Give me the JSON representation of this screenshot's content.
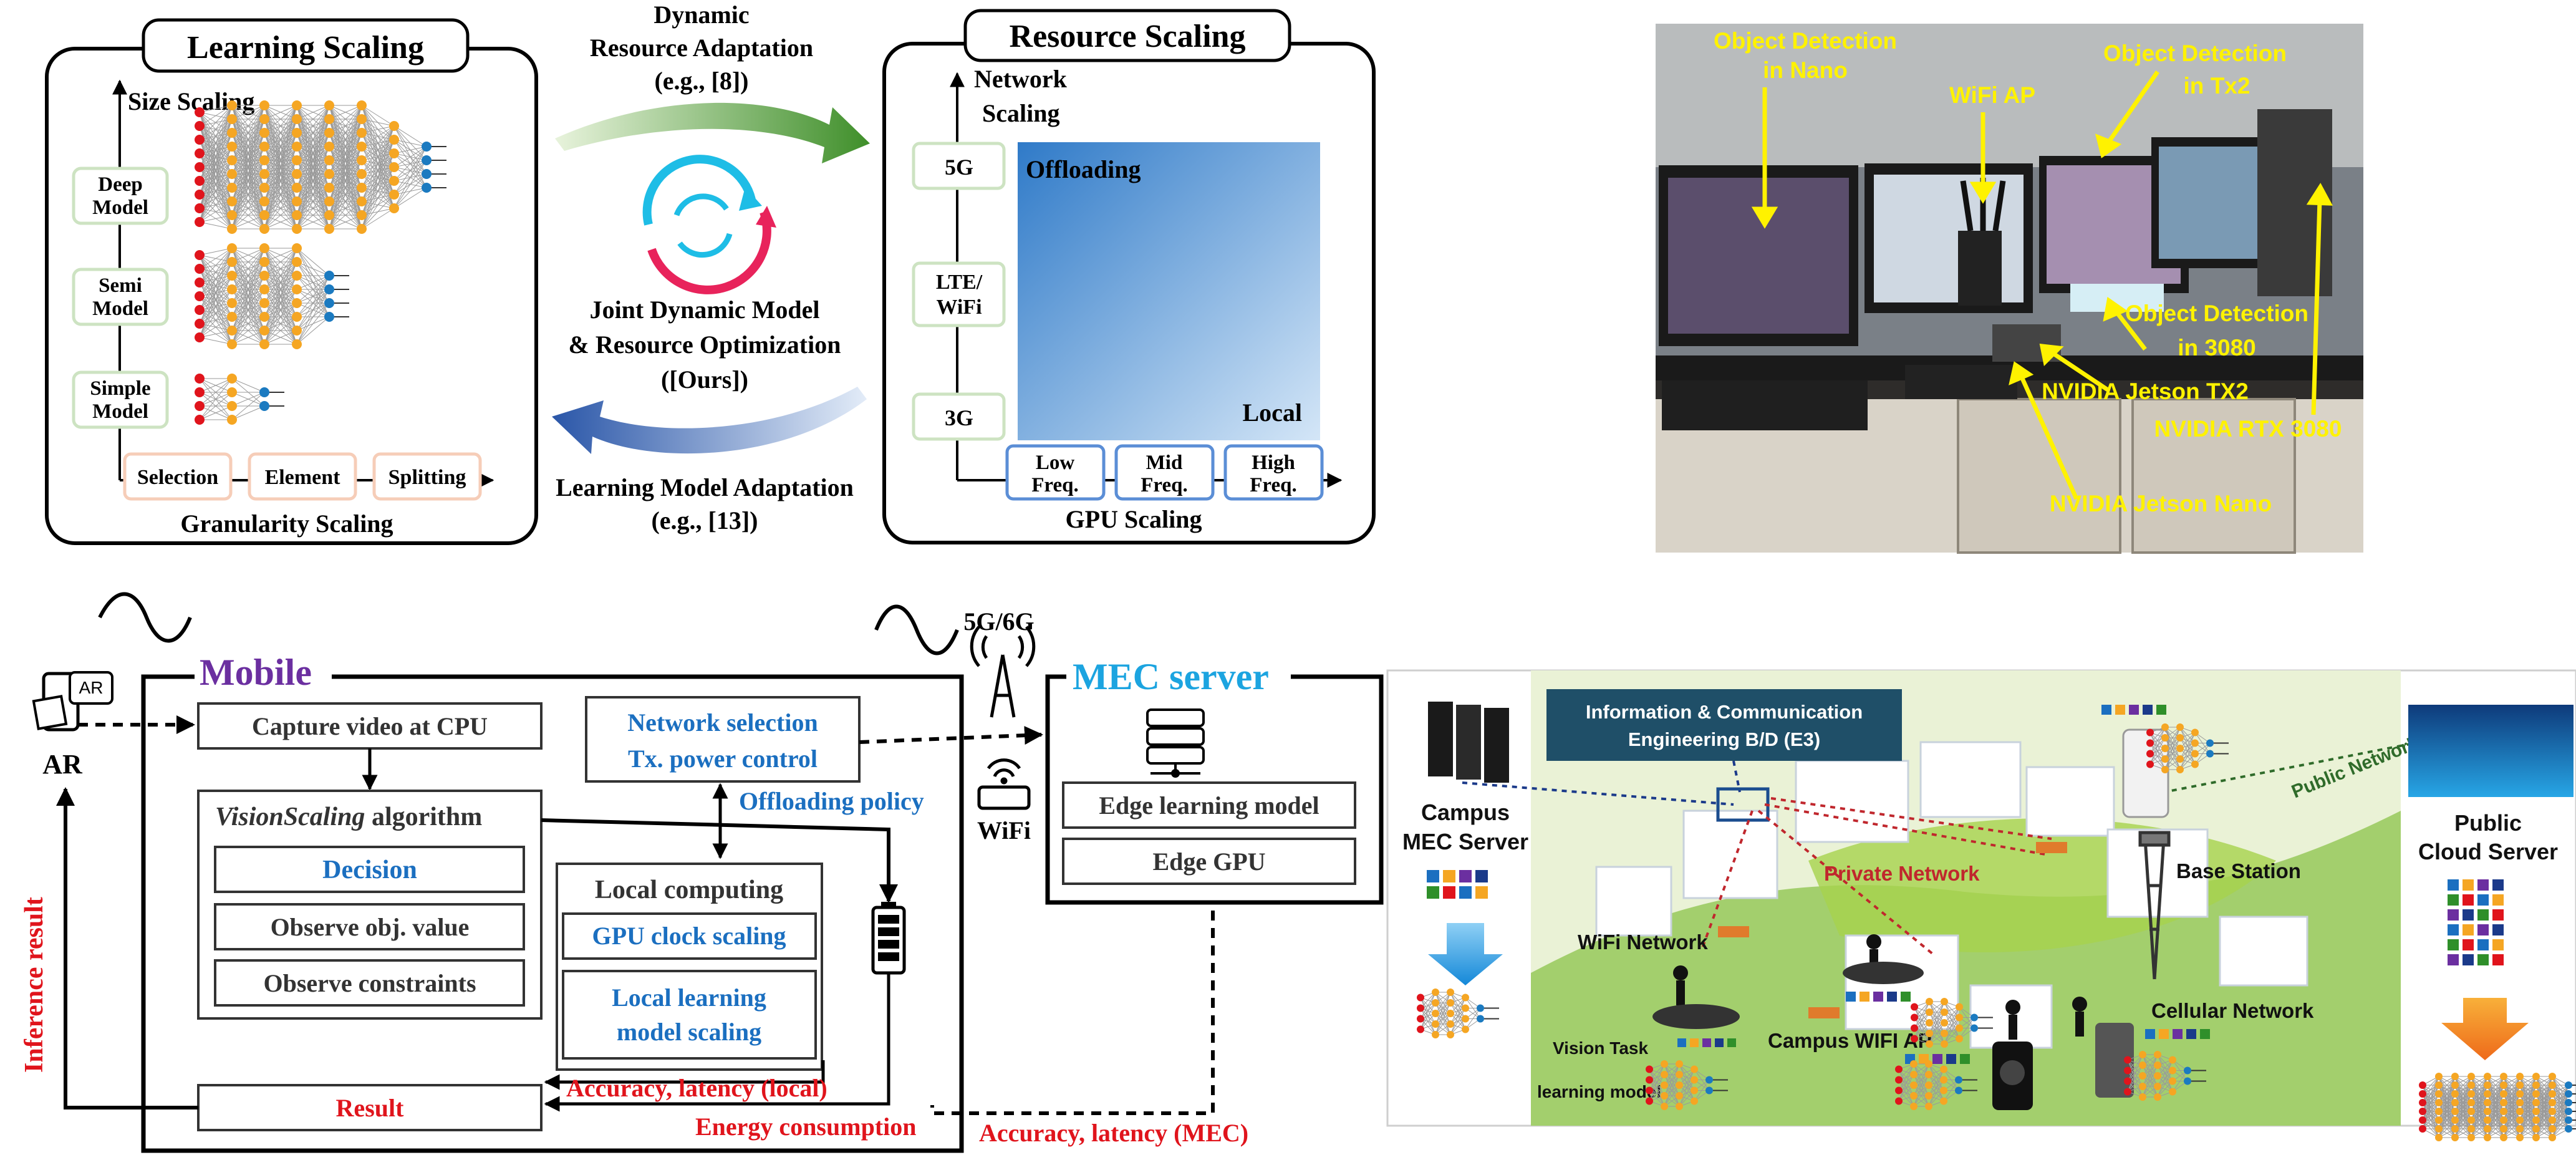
{
  "learning_scaling": {
    "title": "Learning Scaling",
    "y_axis": "Size Scaling",
    "x_axis": "Granularity Scaling",
    "models": [
      "Deep Model",
      "Semi Model",
      "Simple Model"
    ],
    "granularity": [
      "Selection",
      "Element",
      "Splitting"
    ]
  },
  "adaptation": {
    "dynamic_resource": [
      "Dynamic",
      "Resource Adaptation",
      "(e.g., [8])"
    ],
    "joint": [
      "Joint Dynamic Model",
      "& Resource Optimization",
      "([Ours])"
    ],
    "learning_model": [
      "Learning Model Adaptation",
      "(e.g., [13])"
    ]
  },
  "resource_scaling": {
    "title": "Resource Scaling",
    "y_axis": [
      "Network",
      "Scaling"
    ],
    "x_axis": "GPU Scaling",
    "networks": [
      "5G",
      "LTE/ WiFi",
      "3G"
    ],
    "gpu_freqs": [
      "Low Freq.",
      "Mid Freq.",
      "High Freq."
    ],
    "offloading": "Offloading",
    "local": "Local"
  },
  "testbed_photo": {
    "labels": {
      "od_nano": [
        "Object Detection",
        "in Nano"
      ],
      "wifi_ap": "WiFi AP",
      "od_tx2": [
        "Object Detection",
        "in Tx2"
      ],
      "od_3080": [
        "Object Detection",
        "in 3080"
      ],
      "jetson_tx2": "NVIDIA Jetson TX2",
      "rtx3080": "NVIDIA RTX 3080",
      "jetson_nano": "NVIDIA Jetson Nano"
    }
  },
  "system": {
    "ar_badge": "AR",
    "ar_label": "AR",
    "mobile_title": "Mobile",
    "capture": "Capture video at CPU",
    "algorithm_italic": "VisionScaling",
    "algorithm_rest": " algorithm",
    "decision": "Decision",
    "observe_obj": "Observe obj. value",
    "observe_constraints": "Observe constraints",
    "network_selection": [
      "Network selection",
      "Tx. power control"
    ],
    "offloading_policy": "Offloading policy",
    "local_computing": "Local computing",
    "gpu_clock": "GPU clock scaling",
    "local_learning": [
      "Local learning",
      "model scaling"
    ],
    "result": "Result",
    "accuracy_local": "Accuracy, latency (local)",
    "energy": "Energy consumption",
    "accuracy_mec": "Accuracy, latency (MEC)",
    "inference_result": "Inference result",
    "network_5g6g": "5G/6G",
    "wifi": "WiFi",
    "mec_title": "MEC server",
    "edge_model": "Edge learning model",
    "edge_gpu": "Edge GPU"
  },
  "campus": {
    "building_title": [
      "Information & Communication",
      "Engineering B/D (E3)"
    ],
    "campus_mec": [
      "Campus",
      "MEC Server"
    ],
    "public_cloud": [
      "Public",
      "Cloud Server"
    ],
    "public_network": "Public Network",
    "private_network": "Private Network",
    "base_station": "Base Station",
    "wifi_network": "WiFi Network",
    "cellular_network": "Cellular Network",
    "campus_wifi_ap": "Campus WIFI AP",
    "vision_task": "Vision Task",
    "learning_model": "learning model"
  },
  "colors": {
    "red": "#e0141c",
    "blue": "#1b6fc0",
    "purple": "#6b2fa0",
    "cyan": "#1ca4e0",
    "yellow": "#fff200",
    "green_arrow": "#4c9a2a",
    "blue_arrow": "#2f5fae"
  }
}
